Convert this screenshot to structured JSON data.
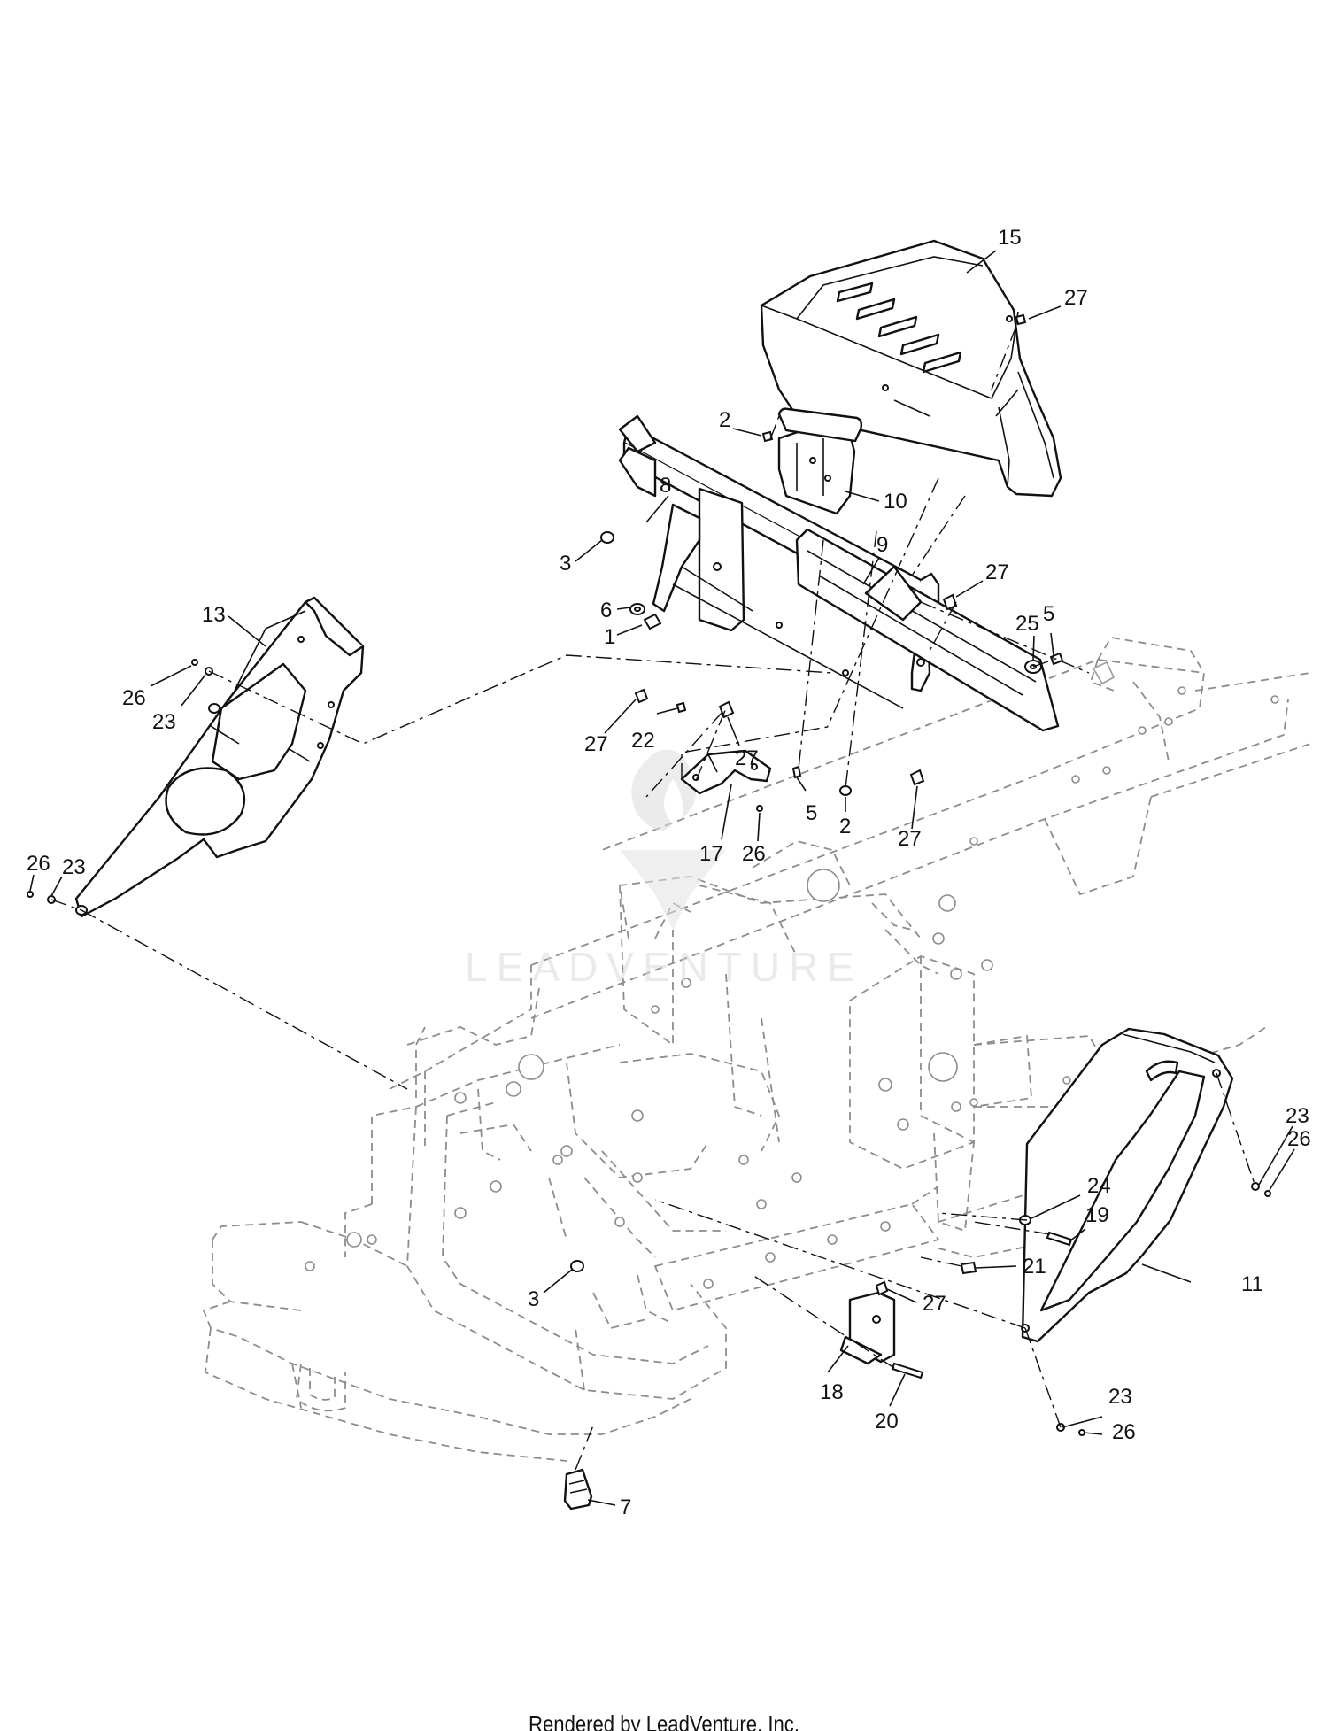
{
  "watermark": "LEADVENTURE",
  "footer": "Rendered by LeadVenture, Inc.",
  "callouts": [
    {
      "id": "c15",
      "label": "15"
    },
    {
      "id": "c27a",
      "label": "27"
    },
    {
      "id": "c2a",
      "label": "2"
    },
    {
      "id": "c10",
      "label": "10"
    },
    {
      "id": "c8",
      "label": "8"
    },
    {
      "id": "c3a",
      "label": "3"
    },
    {
      "id": "c9",
      "label": "9"
    },
    {
      "id": "c27b",
      "label": "27"
    },
    {
      "id": "c6",
      "label": "6"
    },
    {
      "id": "c1",
      "label": "1"
    },
    {
      "id": "c25",
      "label": "25"
    },
    {
      "id": "c5a",
      "label": "5"
    },
    {
      "id": "c13",
      "label": "13"
    },
    {
      "id": "c26a",
      "label": "26"
    },
    {
      "id": "c23a",
      "label": "23"
    },
    {
      "id": "c27c",
      "label": "27"
    },
    {
      "id": "c22",
      "label": "22"
    },
    {
      "id": "c27d",
      "label": "27"
    },
    {
      "id": "c5b",
      "label": "5"
    },
    {
      "id": "c2b",
      "label": "2"
    },
    {
      "id": "c27e",
      "label": "27"
    },
    {
      "id": "c17",
      "label": "17"
    },
    {
      "id": "c26b",
      "label": "26"
    },
    {
      "id": "c26c",
      "label": "26"
    },
    {
      "id": "c23b",
      "label": "23"
    },
    {
      "id": "c23c",
      "label": "23"
    },
    {
      "id": "c26d",
      "label": "26"
    },
    {
      "id": "c24",
      "label": "24"
    },
    {
      "id": "c19",
      "label": "19"
    },
    {
      "id": "c21",
      "label": "21"
    },
    {
      "id": "c11",
      "label": "11"
    },
    {
      "id": "c3b",
      "label": "3"
    },
    {
      "id": "c27f",
      "label": "27"
    },
    {
      "id": "c18",
      "label": "18"
    },
    {
      "id": "c20",
      "label": "20"
    },
    {
      "id": "c23d",
      "label": "23"
    },
    {
      "id": "c26e",
      "label": "26"
    },
    {
      "id": "c7",
      "label": "7"
    }
  ]
}
